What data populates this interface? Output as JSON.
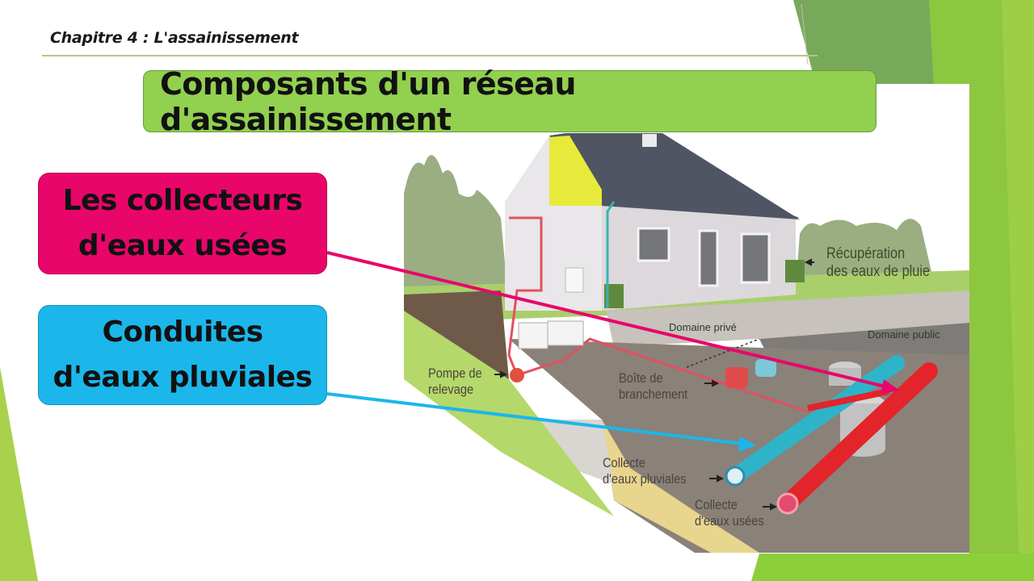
{
  "slide": {
    "chapter_heading": "Chapitre 4 : L'assainissement",
    "title": "Composants d'un réseau d'assainissement",
    "theme_colors": {
      "title_box": "#92d050",
      "accent_green_dark": "#6f9e52",
      "accent_green_light": "#8cc63f",
      "wastewater": "#e8066a",
      "stormwater": "#1bb7ea"
    }
  },
  "callouts": [
    {
      "text": "Les collecteurs d'eaux usées",
      "line1": "Les collecteurs",
      "line2": "d'eaux usées",
      "color": "#e8066a",
      "points_to": "Collecte d'eaux usées"
    },
    {
      "text": "Conduites d'eaux pluviales",
      "line1": "Conduites",
      "line2": "d'eaux pluviales",
      "color": "#1bb7ea",
      "points_to": "Collecte d'eaux pluviales"
    }
  ],
  "diagram": {
    "labels": {
      "recuperation_line1": "Récupération",
      "recuperation_line2": "des eaux de pluie",
      "domaine_prive": "Domaine privé",
      "domaine_public": "Domaine public",
      "pompe_line1": "Pompe de",
      "pompe_line2": "relevage",
      "boite_line1": "Boîte de",
      "boite_line2": "branchement",
      "pluviales_line1": "Collecte",
      "pluviales_line2": "d'eaux pluviales",
      "usees_line1": "Collecte",
      "usees_line2": "d'eaux usées"
    }
  }
}
